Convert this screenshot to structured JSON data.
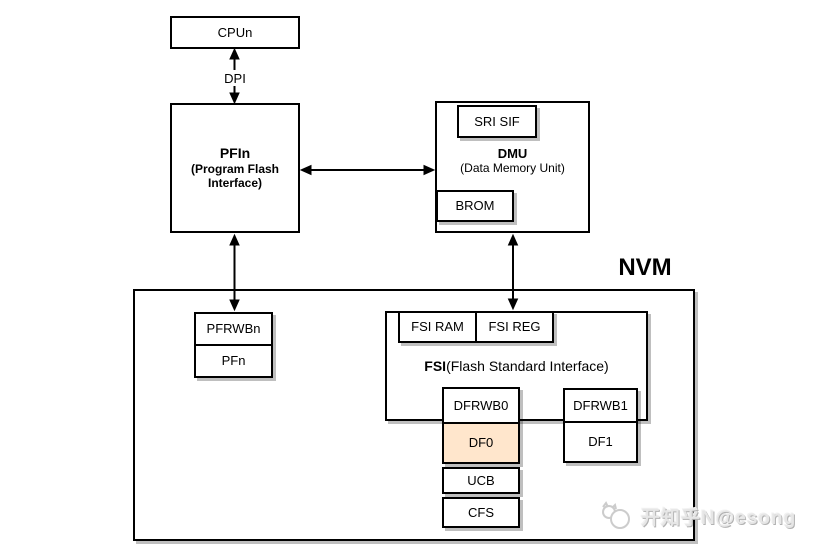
{
  "diagram": {
    "cpu": {
      "label": "CPUn"
    },
    "dpi": {
      "label": "DPI"
    },
    "pfi": {
      "title": "PFIn",
      "subtitle": "(Program Flash Interface)"
    },
    "dmu": {
      "title": "DMU",
      "subtitle": "(Data Memory Unit)",
      "sri_sif": "SRI SIF",
      "brom": "BROM"
    },
    "nvm_label": "NVM",
    "pf_stack": {
      "top": "PFRWBn",
      "bottom": "PFn"
    },
    "fsi": {
      "ram": "FSI RAM",
      "reg": "FSI REG",
      "title": "FSI",
      "subtitle": "(Flash Standard Interface)"
    },
    "df0_stack": {
      "top": "DFRWB0",
      "df0": "DF0"
    },
    "ucb": {
      "label": "UCB"
    },
    "cfs": {
      "label": "CFS"
    },
    "df1_stack": {
      "top": "DFRWB1",
      "df1": "DF1"
    }
  },
  "colors": {
    "border": "#000000",
    "df0_fill": "#FFE6CC",
    "shadow": "rgba(0,0,0,0.25)",
    "watermark_gray": "#e6e6e6"
  },
  "watermark": {
    "text": "开知乎N@esong"
  }
}
